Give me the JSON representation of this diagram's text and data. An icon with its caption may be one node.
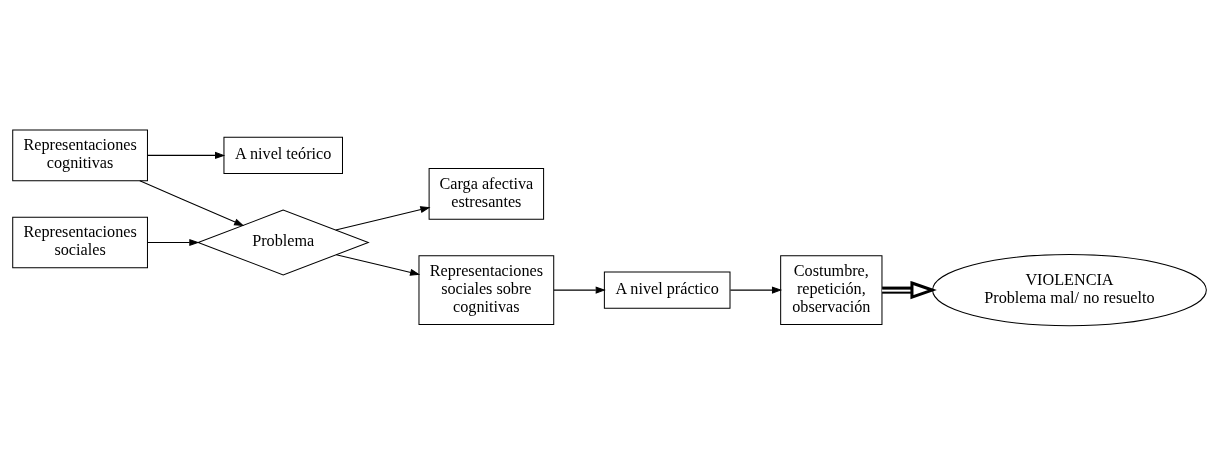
{
  "diagram": {
    "nodes": [
      {
        "text": [
          "A nivel teórico"
        ]
      },
      {
        "text": [
          "Problema"
        ]
      },
      {
        "text": [
          "A nivel práctico"
        ]
      },
      {
        "text": [
          "Representaciones cognitivas"
        ]
      },
      {
        "text": [
          "Carga afectiva estresantes"
        ]
      },
      {
        "text": [
          "Representaciones sociales sobre cognitivas"
        ]
      },
      {
        "text": [
          "Costumbre, repetición, observación"
        ]
      },
      {
        "text": [
          "Representaciones sociales"
        ]
      },
      {
        "text": [
          "VIOLENCIA",
          "Problema mal/ no resuelto"
        ]
      }
    ],
    "edges": [
      {
        "from": 3,
        "to": 0,
        "arrow": "to"
      },
      {
        "from": 3,
        "to": 1,
        "arrow": "to"
      },
      {
        "from": 7,
        "to": 1,
        "arrow": "to"
      },
      {
        "from": 1,
        "to": 4,
        "arrow": "to"
      },
      {
        "from": 1,
        "to": 5,
        "arrow": "to"
      },
      {
        "from": 5,
        "to": 2,
        "arrow": "to"
      },
      {
        "from": 2,
        "to": 6,
        "arrow": "to"
      },
      {
        "from": 6,
        "to": 8,
        "arrow": "to",
        "style": "thick"
      }
    ]
  }
}
